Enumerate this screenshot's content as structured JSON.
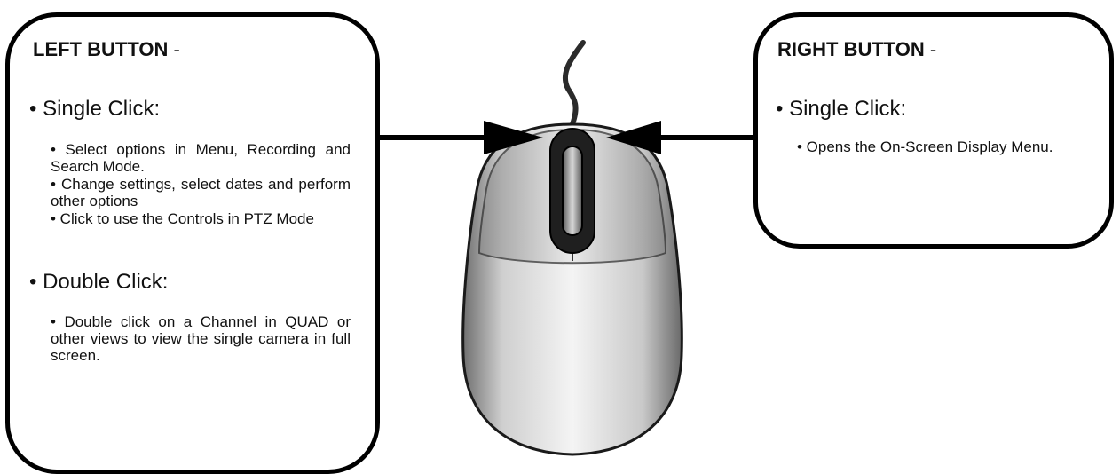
{
  "left_panel": {
    "title": "LEFT BUTTON",
    "title_suffix": " -",
    "single_click": {
      "heading": "• Single Click:",
      "items": [
        "•  Select options in Menu, Recording and Search Mode.",
        "• Change settings, select dates and perform other options",
        "• Click to use the Controls in PTZ Mode"
      ]
    },
    "double_click": {
      "heading": "• Double Click:",
      "items": [
        "• Double click on a Channel in QUAD or other views to view the single camera in full screen."
      ]
    }
  },
  "right_panel": {
    "title": "RIGHT BUTTON",
    "title_suffix": " -",
    "single_click": {
      "heading": "• Single Click:",
      "items": [
        "• Opens the On-Screen Display Menu."
      ]
    }
  },
  "colors": {
    "border": "#000000",
    "mouse_body_light": "#f2f2f2",
    "mouse_body_dark": "#7a7a7a",
    "arrow": "#000000"
  }
}
